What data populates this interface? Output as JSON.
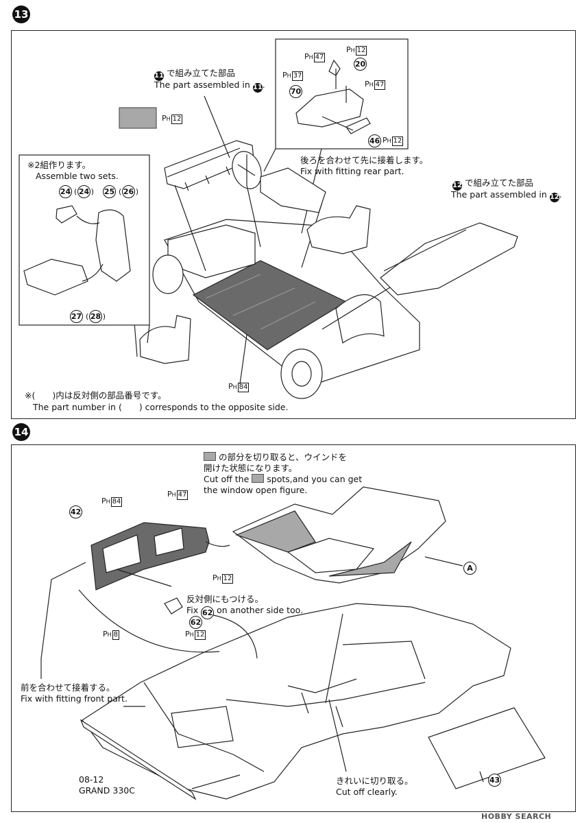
{
  "step13": {
    "number": "13",
    "assembled11_jp": "で組み立てた部品",
    "assembled11_en": "The part assembled in",
    "ref11": "11",
    "assembled12_jp": "で組み立てた部品",
    "assembled12_en": "The part assembled in",
    "ref12": "12",
    "seat_box_jp": "※2組作ります。",
    "seat_box_en": "Assemble two sets.",
    "fit_rear_jp": "後ろを合わせて先に接着します。",
    "fit_rear_en": "Fix with fitting rear part.",
    "note_jp": "※(　　)内は反対側の部品番号です。",
    "note_en": "The part number in (　　) corresponds to the opposite side.",
    "parts": {
      "p24": "24",
      "p24b": "24",
      "p25": "25",
      "p26": "26",
      "p27": "27",
      "p28": "28",
      "p20": "20",
      "p70": "70",
      "p46": "46"
    },
    "paints": {
      "ph12_a": "12",
      "ph47_a": "47",
      "ph12_b": "12",
      "ph37": "37",
      "ph47_b": "47",
      "ph12_c": "12",
      "ph84": "84"
    }
  },
  "step14": {
    "number": "14",
    "cut_jp1": "の部分を切り取ると、ウインドを",
    "cut_jp2": "開けた状態になります。",
    "cut_en1a": "Cut off the",
    "cut_en1b": "spots,and you can get",
    "cut_en2": "the window open figure.",
    "other_side_jp": "反対側にもつける。",
    "other_side_en_a": "Fix",
    "other_side_en_b": "on another side too.",
    "fit_front_jp": "前を合わせて接着する。",
    "fit_front_en": "Fix with fitting front part.",
    "cut_clean_jp": "きれいに切り取る。",
    "cut_clean_en": "Cut off clearly.",
    "model_code": "08-12",
    "model_name": "GRAND 330C",
    "parts": {
      "p42": "42",
      "p62": "62",
      "p62_ref": "62",
      "p43": "43",
      "pA": "A"
    },
    "paints": {
      "ph84": "84",
      "ph47": "47",
      "ph12_a": "12",
      "ph8": "8",
      "ph12_b": "12"
    }
  },
  "watermark": "HOBBY SEARCH",
  "colors": {
    "shade": "#a8a8a8",
    "line": "#222222"
  }
}
